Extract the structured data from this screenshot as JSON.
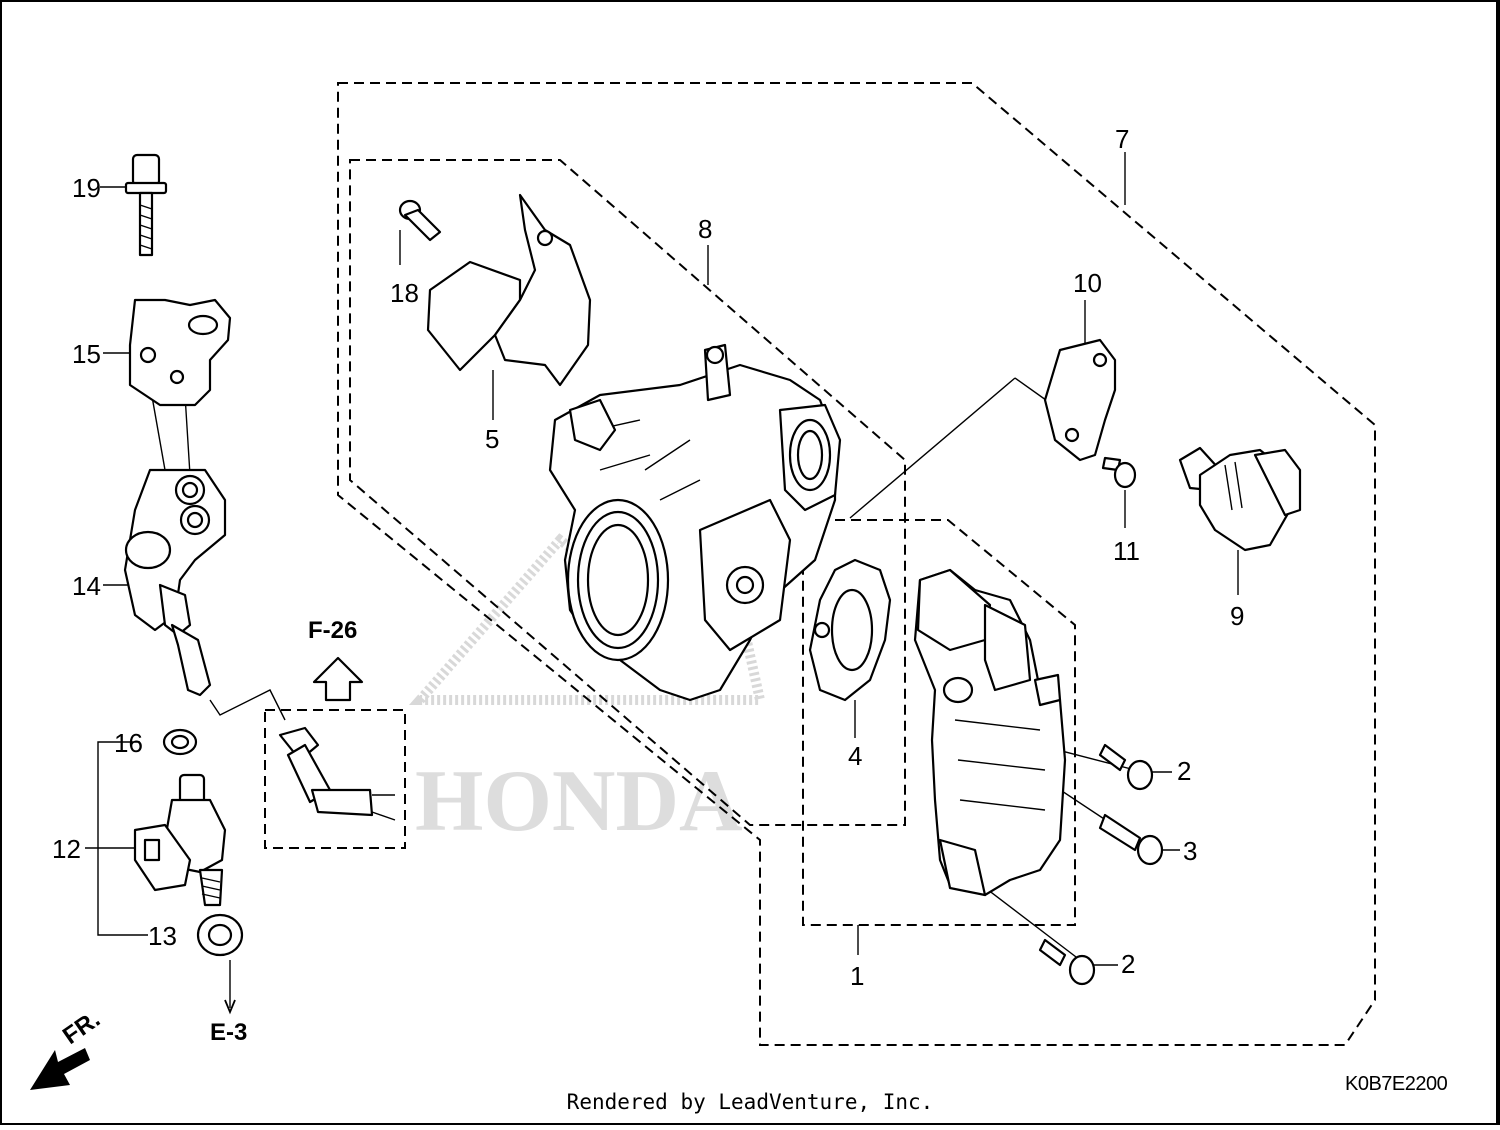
{
  "diagram": {
    "brand_watermark": "HONDA",
    "callouts": {
      "p1": "1",
      "p2a": "2",
      "p2b": "2",
      "p3": "3",
      "p4": "4",
      "p5": "5",
      "p7": "7",
      "p8": "8",
      "p9": "9",
      "p10": "10",
      "p11": "11",
      "p12": "12",
      "p13": "13",
      "p14": "14",
      "p15": "15",
      "p16": "16",
      "p18": "18",
      "p19": "19"
    },
    "ref_f26": "F-26",
    "ref_e3": "E-3",
    "front_marker": "FR.",
    "diagram_code": "K0B7E2200"
  },
  "footer": {
    "credit": "Rendered by LeadVenture, Inc."
  }
}
